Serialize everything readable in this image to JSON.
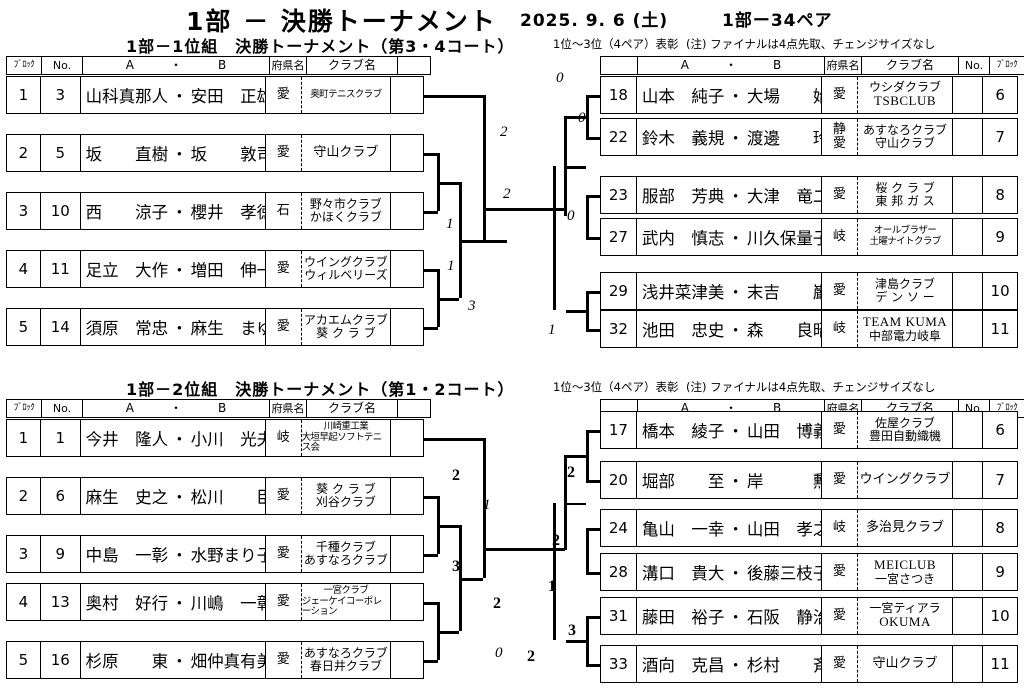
{
  "header": {
    "main_title": "1部 － 決勝トーナメント",
    "date": "2025. 9. 6 (土)",
    "pairs": "1部ー34ペア"
  },
  "sections": [
    {
      "id": "group1",
      "sub_title": "1部－1位組　決勝トーナメント（第3・4コート）",
      "note_rank": "1位～3位（4ペア）表彰",
      "note_final": "(注) ファイナルは4点先取、チェンジサイズなし",
      "left_header": {
        "block": "ﾌﾞﾛｯｸ",
        "no": "No.",
        "names": "A　　　・　　　B",
        "pref": "府県名",
        "club": "クラブ名"
      },
      "right_header": {
        "names": "A　　　・　　　B",
        "pref": "府県名",
        "club": "クラブ名",
        "no": "No.",
        "block": "ﾌﾞﾛｯｸ"
      },
      "left_rows": [
        {
          "block": "1",
          "no": "3",
          "name_a": "山科真那人",
          "name_b": "安田　正雄",
          "pref": [
            "愛"
          ],
          "club": [
            "奥町テニスクラブ"
          ],
          "club_style": "small"
        },
        {
          "block": "2",
          "no": "5",
          "name_a": "坂　　直樹",
          "name_b": "坂　　敦司",
          "pref": [
            "愛"
          ],
          "club": [
            "守山クラブ"
          ],
          "club_style": "one"
        },
        {
          "block": "3",
          "no": "10",
          "name_a": "西　　涼子",
          "name_b": "櫻井　孝徳",
          "pref": [
            "石"
          ],
          "club": [
            "野々市クラブ",
            "かほくクラブ"
          ],
          "club_style": "two"
        },
        {
          "block": "4",
          "no": "11",
          "name_a": "足立　大作",
          "name_b": "増田　伸一",
          "pref": [
            "愛"
          ],
          "club": [
            "ウイングクラブ",
            "ウィルベリーズ"
          ],
          "club_style": "two"
        },
        {
          "block": "5",
          "no": "14",
          "name_a": "須原　常忠",
          "name_b": "麻生　まゆ",
          "pref": [
            "愛"
          ],
          "club": [
            "アカエムクラブ",
            "葵 ク ラ ブ"
          ],
          "club_style": "two"
        }
      ],
      "right_rows": [
        {
          "block": "6",
          "no": "18",
          "name_a": "山本　純子",
          "name_b": "大場　　始",
          "pref": [
            "愛"
          ],
          "club": [
            "ウシダクラブ",
            "TSBCLUB"
          ],
          "club_style": "two",
          "club_lat": [
            false,
            true
          ]
        },
        {
          "block": "7",
          "no": "22",
          "name_a": "鈴木　義規",
          "name_b": "渡邊　　玲",
          "pref": [
            "静",
            "愛"
          ],
          "club": [
            "あすなろクラブ",
            "守山クラブ"
          ],
          "club_style": "two"
        },
        {
          "block": "8",
          "no": "23",
          "name_a": "服部　芳典",
          "name_b": "大津　竜二",
          "pref": [
            "愛"
          ],
          "club": [
            "桜 ク ラ ブ",
            "東 邦 ガ ス"
          ],
          "club_style": "two"
        },
        {
          "block": "9",
          "no": "27",
          "name_a": "武内　慎志",
          "name_b": "川久保量子",
          "pref": [
            "岐"
          ],
          "club": [
            "オールブラザー",
            "土曜ナイトクラブ"
          ],
          "club_style": "small"
        },
        {
          "block": "10",
          "no": "29",
          "name_a": "浅井菜津美",
          "name_b": "末吉　　巌",
          "pref": [
            "愛"
          ],
          "club": [
            "津島クラブ",
            "デ ン ソ ー"
          ],
          "club_style": "two"
        },
        {
          "block": "11",
          "no": "32",
          "name_a": "池田　忠史",
          "name_b": "森　　良昭",
          "pref": [
            "岐"
          ],
          "club": [
            "TEAM KUMA",
            "中部電力岐阜"
          ],
          "club_style": "two",
          "club_lat": [
            true,
            false
          ]
        }
      ],
      "left_scores": [
        "1",
        "1",
        "3",
        "2"
      ],
      "right_scores": [
        "0",
        "0",
        "0",
        "1",
        "2"
      ]
    },
    {
      "id": "group2",
      "sub_title": "1部－2位組　決勝トーナメント（第1・2コート）",
      "note_rank": "1位～3位（4ペア）表彰",
      "note_final": "(注) ファイナルは4点先取、チェンジサイズなし",
      "left_header": {
        "block": "ﾌﾞﾛｯｸ",
        "no": "No.",
        "names": "A　　　・　　　B",
        "pref": "府県名",
        "club": "クラブ名"
      },
      "right_header": {
        "names": "A　　　・　　　B",
        "pref": "府県名",
        "club": "クラブ名",
        "no": "No.",
        "block": "ﾌﾞﾛｯｸ"
      },
      "left_rows": [
        {
          "block": "1",
          "no": "1",
          "name_a": "今井　隆人",
          "name_b": "小川　光夫",
          "pref": [
            "岐"
          ],
          "club": [
            "川崎重工業",
            "大垣早起ソフトテニス会"
          ],
          "club_style": "small"
        },
        {
          "block": "2",
          "no": "6",
          "name_a": "麻生　史之",
          "name_b": "松川　　臣",
          "pref": [
            "愛"
          ],
          "club": [
            "葵 ク ラ ブ",
            "刈谷クラブ"
          ],
          "club_style": "two"
        },
        {
          "block": "3",
          "no": "9",
          "name_a": "中島　一彰",
          "name_b": "水野まり子",
          "pref": [
            "愛"
          ],
          "club": [
            "千種クラブ",
            "あすなろクラブ"
          ],
          "club_style": "two"
        },
        {
          "block": "4",
          "no": "13",
          "name_a": "奥村　好行",
          "name_b": "川嶋　一彰",
          "pref": [
            "愛"
          ],
          "club": [
            "一宮クラブ",
            "ジェーケイコーポレーション"
          ],
          "club_style": "small"
        },
        {
          "block": "5",
          "no": "16",
          "name_a": "杉原　　東",
          "name_b": "畑仲真有美",
          "pref": [
            "愛"
          ],
          "club": [
            "あすなろクラブ",
            "春日井クラブ"
          ],
          "club_style": "two"
        }
      ],
      "right_rows": [
        {
          "block": "6",
          "no": "17",
          "name_a": "橋本　綾子",
          "name_b": "山田　博義",
          "pref": [
            "愛"
          ],
          "club": [
            "佐屋クラブ",
            "豊田自動織機"
          ],
          "club_style": "two"
        },
        {
          "block": "7",
          "no": "20",
          "name_a": "堀部　　至",
          "name_b": "岸　　　勲",
          "pref": [
            "愛"
          ],
          "club": [
            "ウイングクラブ"
          ],
          "club_style": "one"
        },
        {
          "block": "8",
          "no": "24",
          "name_a": "亀山　一幸",
          "name_b": "山田　孝之",
          "pref": [
            "岐"
          ],
          "club": [
            "多治見クラブ"
          ],
          "club_style": "one"
        },
        {
          "block": "9",
          "no": "28",
          "name_a": "溝口　貴大",
          "name_b": "後藤三枝子",
          "pref": [
            "愛"
          ],
          "club": [
            "MEICLUB",
            "一宮さつき"
          ],
          "club_style": "two",
          "club_lat": [
            true,
            false
          ]
        },
        {
          "block": "10",
          "no": "31",
          "name_a": "藤田　裕子",
          "name_b": "石阪　静治",
          "pref": [
            "愛"
          ],
          "club": [
            "一宮ティアラ",
            "OKUMA"
          ],
          "club_style": "two",
          "club_lat": [
            false,
            true
          ]
        },
        {
          "block": "11",
          "no": "33",
          "name_a": "酒向　克昌",
          "name_b": "杉村　　斉",
          "pref": [
            "愛"
          ],
          "club": [
            "守山クラブ"
          ],
          "club_style": "one"
        }
      ],
      "left_scores": [
        "2",
        "3",
        "1",
        "2",
        "0"
      ],
      "right_scores": [
        "2",
        "2",
        "1",
        "3",
        "2"
      ]
    }
  ]
}
